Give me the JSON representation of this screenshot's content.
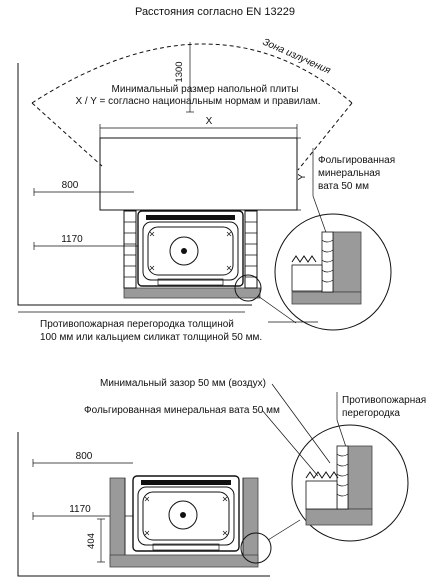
{
  "top": {
    "title": "Расстояния согласно EN 13229",
    "zone_label": "Зона излучения",
    "plate_note_line1": "Минимальный размер напольной плиты",
    "plate_note_line2": "X / Y = согласно национальным нормам и правилам.",
    "dim_1300": "1300",
    "dim_x": "X",
    "dim_y": "Y",
    "dim_800": "800",
    "dim_1170": "1170",
    "foil_line1": "Фольгированная",
    "foil_line2": "минеральная",
    "foil_line3": "вата 50 мм",
    "barrier_line1": "Противопожарная перегородка толщиной",
    "barrier_line2": "100 мм или кальцием силикат толщиной 50 мм."
  },
  "bottom": {
    "gap_label": "Минимальный зазор 50 мм (воздух)",
    "foil_label": "Фольгированная минеральная вата 50 мм",
    "barrier_line1": "Противопожарная",
    "barrier_line2": "перегородка",
    "dim_800": "800",
    "dim_1170": "1170",
    "dim_404": "404"
  }
}
